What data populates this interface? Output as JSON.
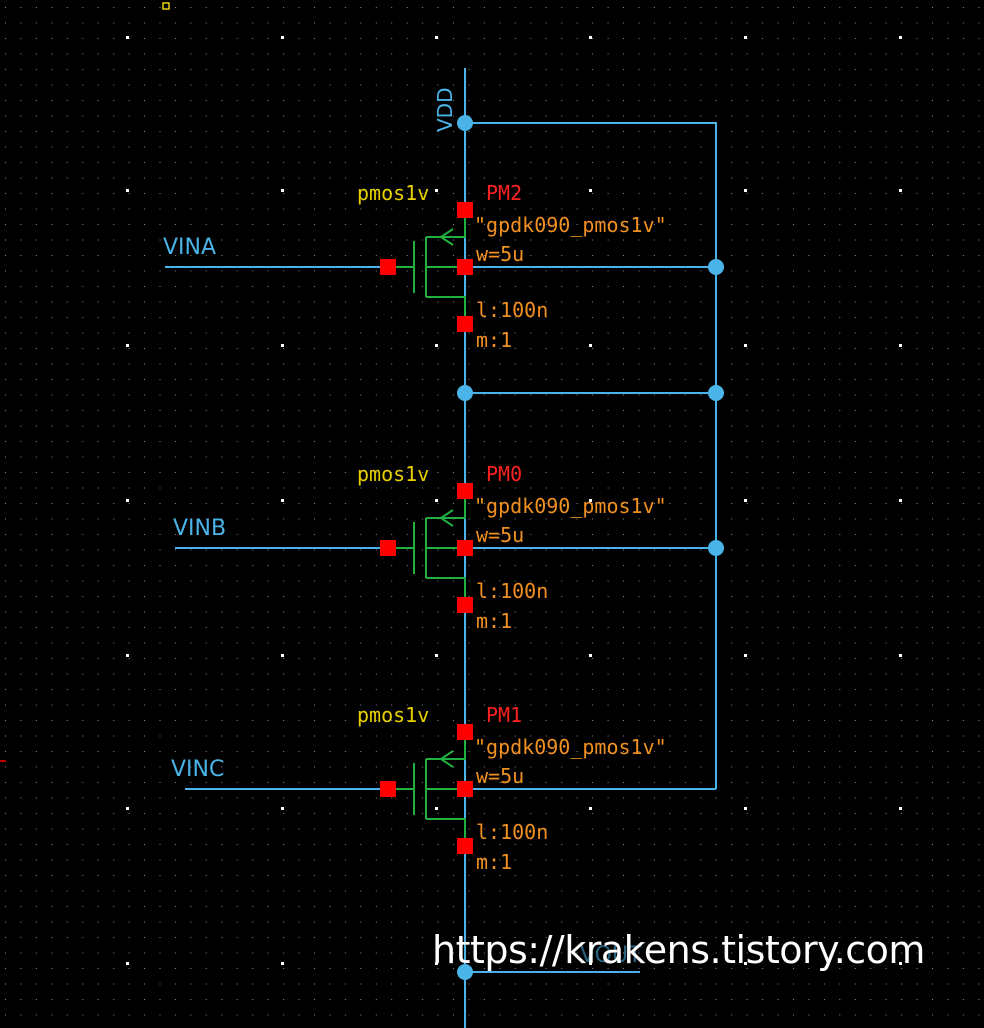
{
  "colors": {
    "background": "#000000",
    "grid_dot": "#8a8a8a",
    "grid_major": "#ffffff",
    "wire": "#4ab4e8",
    "transistor": "#20b040",
    "pin": "#ff0000",
    "label_cell": "#e8d000",
    "label_inst": "#ff2020",
    "label_param": "#f09020",
    "net_label": "#4ab4e8",
    "watermark": "#ffffff"
  },
  "nets": {
    "vdd": "VDD",
    "vina": "VINA",
    "vinb": "VINB",
    "vinc": "VINC",
    "vout": "VOUT"
  },
  "transistors": [
    {
      "cell": "pmos1v",
      "instance": "PM2",
      "model": "\"gpdk090_pmos1v\"",
      "width": "w=5u",
      "length": "l:100n",
      "mult": "m:1"
    },
    {
      "cell": "pmos1v",
      "instance": "PM0",
      "model": "\"gpdk090_pmos1v\"",
      "width": "w=5u",
      "length": "l:100n",
      "mult": "m:1"
    },
    {
      "cell": "pmos1v",
      "instance": "PM1",
      "model": "\"gpdk090_pmos1v\"",
      "width": "w=5u",
      "length": "l:100n",
      "mult": "m:1"
    }
  ],
  "watermark": "https://krakens.tistory.com"
}
